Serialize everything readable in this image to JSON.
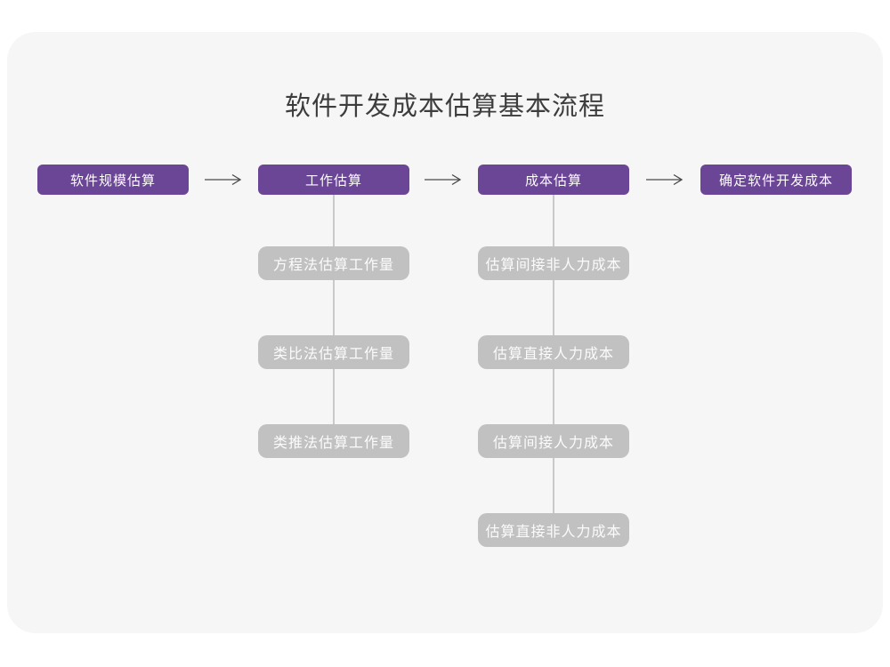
{
  "title": "软件开发成本估算基本流程",
  "flow": {
    "steps": [
      {
        "label": "软件规模估算"
      },
      {
        "label": "工作估算"
      },
      {
        "label": "成本估算"
      },
      {
        "label": "确定软件开发成本"
      }
    ]
  },
  "work_substeps": [
    {
      "label": "方程法估算工作量"
    },
    {
      "label": "类比法估算工作量"
    },
    {
      "label": "类推法估算工作量"
    }
  ],
  "cost_substeps": [
    {
      "label": "估算间接非人力成本"
    },
    {
      "label": "估算直接人力成本"
    },
    {
      "label": "估算间接人力成本"
    },
    {
      "label": "估算直接非人力成本"
    }
  ],
  "colors": {
    "primary_step_bg": "#6b4596",
    "substep_bg": "#c1c1c1",
    "card_bg": "#f6f6f6",
    "title_text": "#3d3d3d",
    "arrow_stroke": "#4a4a4a",
    "connector_line": "#c9c9c9"
  }
}
